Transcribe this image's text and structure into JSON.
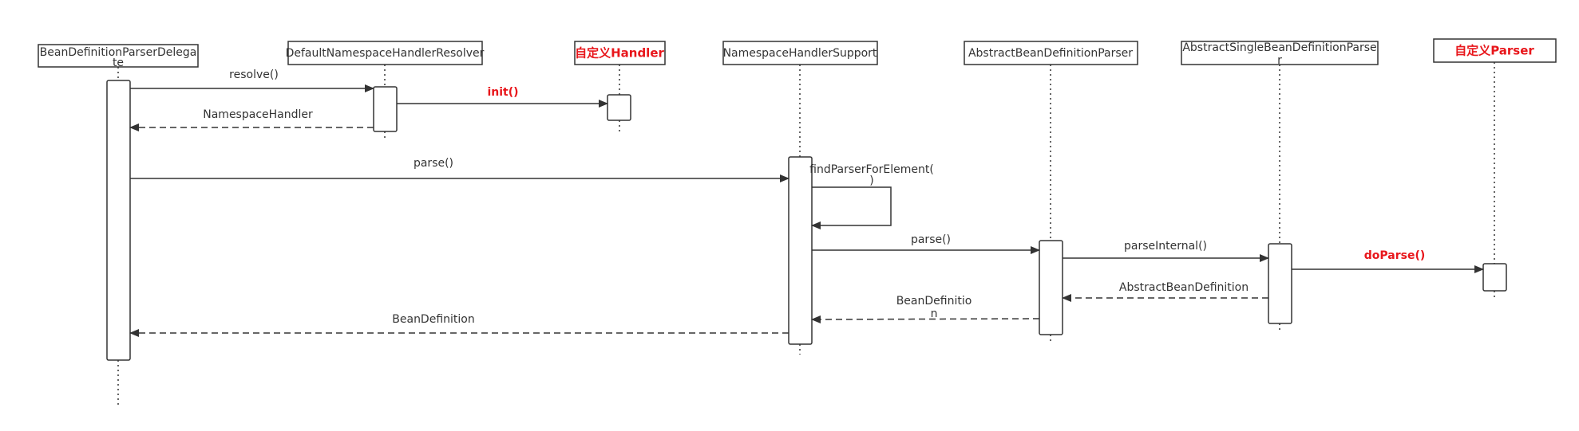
{
  "participants": [
    {
      "id": "delegate",
      "label_lines": [
        "BeanDefinitionParserDelega",
        "te"
      ],
      "highlight": false
    },
    {
      "id": "resolver",
      "label_lines": [
        "DefaultNamespaceHandlerResolver"
      ],
      "highlight": false
    },
    {
      "id": "custom_handler",
      "label_lines": [
        "自定义Handler"
      ],
      "highlight": true
    },
    {
      "id": "ns_support",
      "label_lines": [
        "NamespaceHandlerSupport"
      ],
      "highlight": false
    },
    {
      "id": "abstract_parser",
      "label_lines": [
        "AbstractBeanDefinitionParser"
      ],
      "highlight": false
    },
    {
      "id": "single_parser",
      "label_lines": [
        "AbstractSingleBeanDefinitionParse",
        "r"
      ],
      "highlight": false
    },
    {
      "id": "custom_parser",
      "label_lines": [
        "自定义Parser"
      ],
      "highlight": true
    }
  ],
  "messages": [
    {
      "id": "resolve",
      "from": "delegate",
      "to": "resolver",
      "label_lines": [
        "resolve()"
      ],
      "kind": "call",
      "highlight": false
    },
    {
      "id": "init",
      "from": "resolver",
      "to": "custom_handler",
      "label_lines": [
        "init()"
      ],
      "kind": "call",
      "highlight": true
    },
    {
      "id": "namespace_handler",
      "from": "resolver",
      "to": "delegate",
      "label_lines": [
        "NamespaceHandler"
      ],
      "kind": "return",
      "highlight": false
    },
    {
      "id": "parse_1",
      "from": "delegate",
      "to": "ns_support",
      "label_lines": [
        "parse()"
      ],
      "kind": "call",
      "highlight": false
    },
    {
      "id": "find_parser",
      "from": "ns_support",
      "to": "ns_support",
      "label_lines": [
        "findParserForElement(",
        ")"
      ],
      "kind": "self",
      "highlight": false
    },
    {
      "id": "parse_2",
      "from": "ns_support",
      "to": "abstract_parser",
      "label_lines": [
        "parse()"
      ],
      "kind": "call",
      "highlight": false
    },
    {
      "id": "parse_internal",
      "from": "abstract_parser",
      "to": "single_parser",
      "label_lines": [
        "parseInternal()"
      ],
      "kind": "call",
      "highlight": false
    },
    {
      "id": "do_parse",
      "from": "single_parser",
      "to": "custom_parser",
      "label_lines": [
        "doParse()"
      ],
      "kind": "call",
      "highlight": true
    },
    {
      "id": "abstract_bean_def",
      "from": "single_parser",
      "to": "abstract_parser",
      "label_lines": [
        "AbstractBeanDefinition"
      ],
      "kind": "return",
      "highlight": false
    },
    {
      "id": "bean_def_1",
      "from": "abstract_parser",
      "to": "ns_support",
      "label_lines": [
        "BeanDefinitio",
        "n"
      ],
      "kind": "return",
      "highlight": false
    },
    {
      "id": "bean_def_2",
      "from": "ns_support",
      "to": "delegate",
      "label_lines": [
        "BeanDefinition"
      ],
      "kind": "return",
      "highlight": false
    }
  ],
  "colors": {
    "line": "#333333",
    "highlight": "#e8161b",
    "background": "#ffffff"
  }
}
